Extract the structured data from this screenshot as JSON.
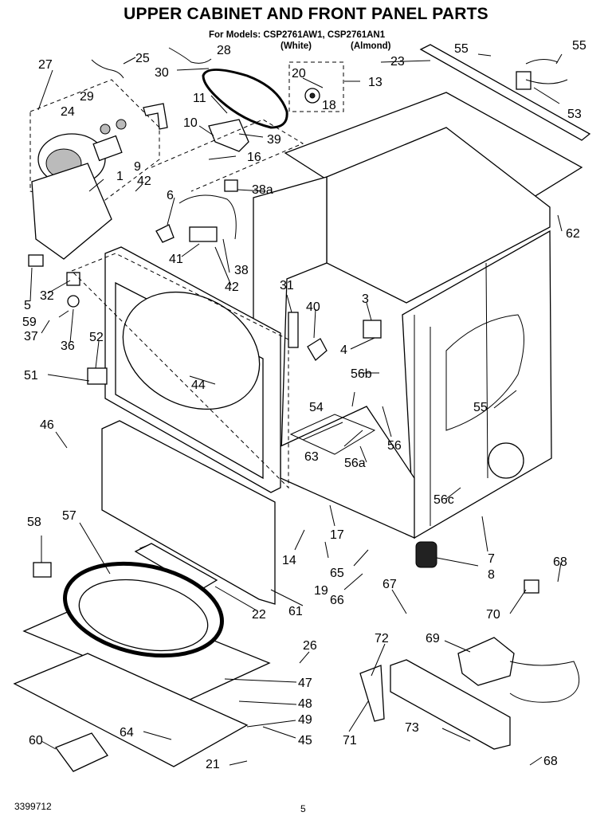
{
  "title": "UPPER CABINET AND FRONT PANEL PARTS",
  "models": {
    "line": "For Models: CSP2761AW1, CSP2761AN1",
    "white": "(White)",
    "almond": "(Almond)"
  },
  "footer": {
    "doc_number": "3399712",
    "page_number": "5"
  },
  "callouts": [
    "27",
    "25",
    "28",
    "30",
    "20",
    "23",
    "55",
    "55",
    "13",
    "18",
    "11",
    "29",
    "24",
    "10",
    "39",
    "16",
    "53",
    "9",
    "1",
    "42",
    "6",
    "38a",
    "62",
    "31",
    "40",
    "3",
    "41",
    "38",
    "42",
    "5",
    "32",
    "59",
    "37",
    "36",
    "52",
    "44",
    "4",
    "56b",
    "51",
    "54",
    "55",
    "46",
    "56",
    "63",
    "56a",
    "56c",
    "58",
    "57",
    "17",
    "14",
    "19",
    "65",
    "66",
    "67",
    "7",
    "8",
    "68",
    "70",
    "22",
    "61",
    "26",
    "47",
    "48",
    "72",
    "69",
    "49",
    "45",
    "73",
    "71",
    "64",
    "60",
    "21",
    "68"
  ]
}
